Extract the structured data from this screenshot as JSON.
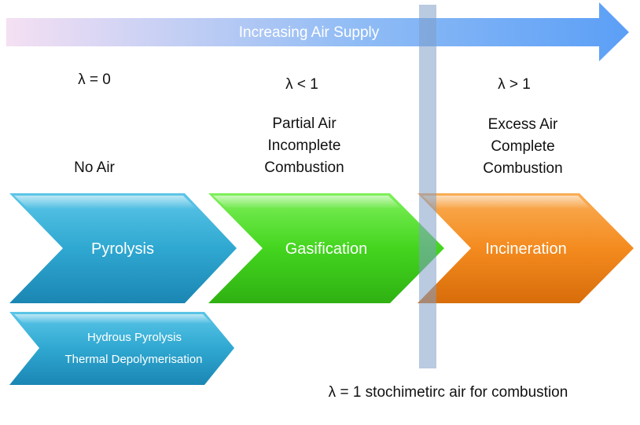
{
  "arrow": {
    "label": "Increasing Air Supply",
    "color_start": "#f3dcf2",
    "color_end": "#5ea1f6"
  },
  "stages": [
    {
      "name": "Pyrolysis",
      "lambda": "λ = 0",
      "condition_lines": [
        "No Air"
      ],
      "color": "#2aa6d0"
    },
    {
      "name": "Gasification",
      "lambda": "λ < 1",
      "condition_lines": [
        "Partial Air",
        "Incomplete",
        "Combustion"
      ],
      "color": "#45d624"
    },
    {
      "name": "Incineration",
      "lambda": "λ > 1",
      "condition_lines": [
        "Excess Air",
        "Complete",
        "Combustion"
      ],
      "color": "#f4891c"
    }
  ],
  "sub_stage": {
    "lines": [
      "Hydrous Pyrolysis",
      "Thermal Depolymerisation"
    ],
    "color": "#2aa6d0"
  },
  "stoichiometric": {
    "caption": "λ = 1 stochimetirc air for combustion",
    "color": "#7f9fc8"
  }
}
